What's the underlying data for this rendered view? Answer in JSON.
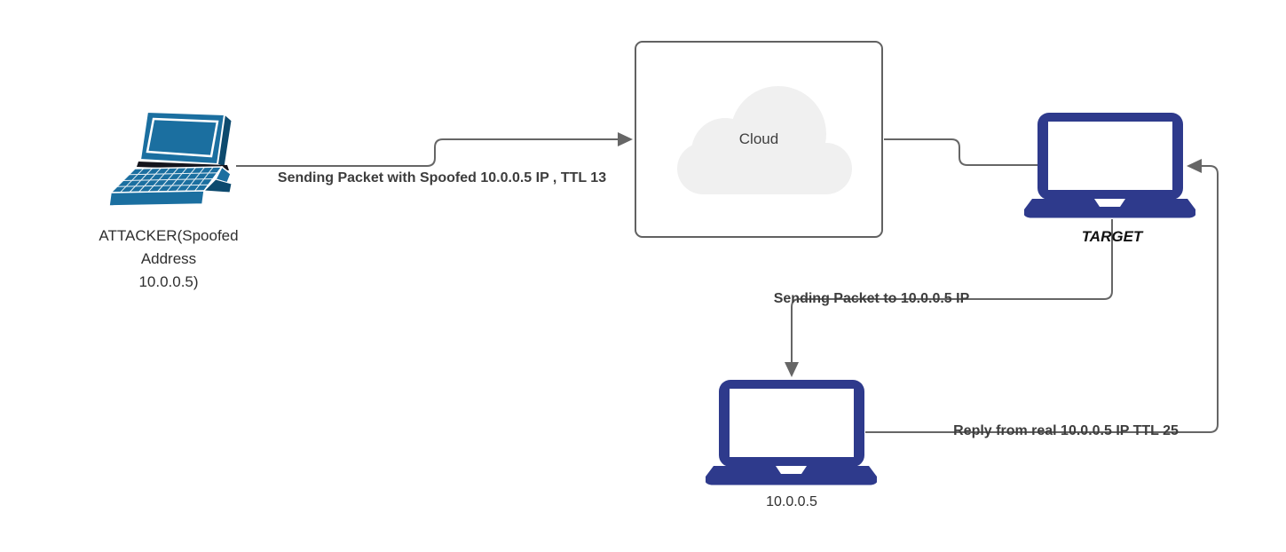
{
  "diagram": {
    "nodes": {
      "attacker": {
        "label_lines": [
          "ATTACKER(Spoofed",
          "Address",
          "10.0.0.5)"
        ]
      },
      "cloud": {
        "label": "Cloud"
      },
      "target": {
        "label": "TARGET"
      },
      "real_host": {
        "label": "10.0.0.5"
      }
    },
    "edges": {
      "attacker_to_cloud": {
        "label": "Sending Packet with Spoofed 10.0.0.5 IP , TTL 13"
      },
      "target_to_real_host": {
        "label": "Sending Packet to 10.0.0.5 IP"
      },
      "real_host_to_target": {
        "label": "Reply from real 10.0.0.5 IP TTL 25"
      }
    },
    "colors": {
      "connector": "#666666",
      "cloud_border": "#616161",
      "cloud_fill": "#f0f0f0",
      "attacker_laptop_fill": "#1b6fa0",
      "attacker_laptop_shade": "#0d4a6e",
      "navy_laptop_fill": "#2e3a8c",
      "edge_label_text": "#3d3d3d",
      "node_label_text": "#2f2f2f"
    }
  }
}
